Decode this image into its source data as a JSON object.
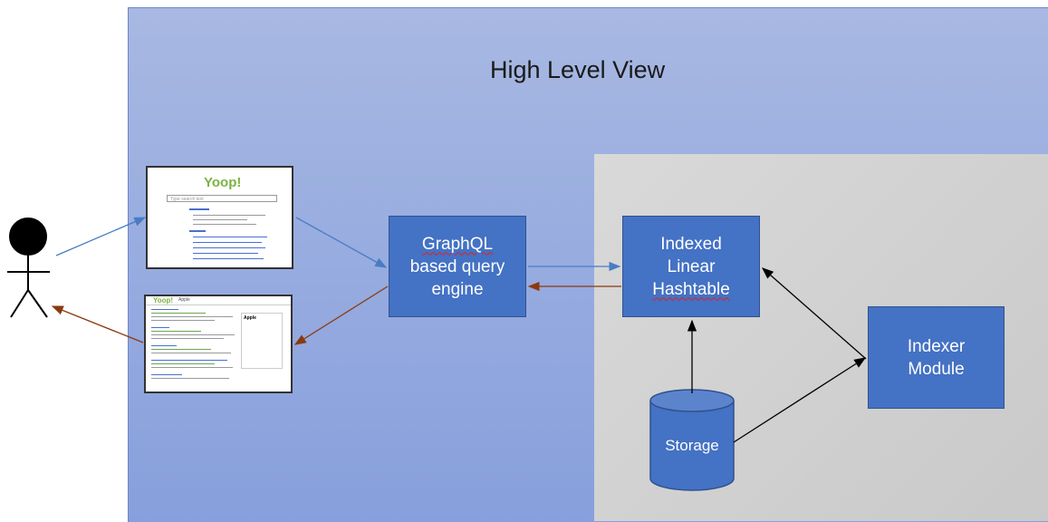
{
  "title": "High Level View",
  "nodes": {
    "graphql": [
      "GraphQL",
      "based query",
      "engine"
    ],
    "hashtable": [
      "Indexed",
      "Linear",
      "Hashtable"
    ],
    "indexer": [
      "Indexer",
      "Module"
    ],
    "storage": "Storage"
  },
  "mockups": {
    "search_page": {
      "logo": "Yoop!",
      "search_placeholder": "Type search text"
    },
    "results_page": {
      "logo": "Yoop!",
      "query": "Apple",
      "side_heading": "Apple"
    }
  },
  "colors": {
    "panel_blue": "#9aaee0",
    "panel_gray": "#cfcfcf",
    "box_fill": "#4472c4",
    "request_arrow": "#4a7cc6",
    "response_arrow": "#8b3a0f",
    "internal_arrow": "#000000"
  },
  "icons": [
    "actor-icon",
    "database-icon",
    "browser-screen-icon"
  ]
}
